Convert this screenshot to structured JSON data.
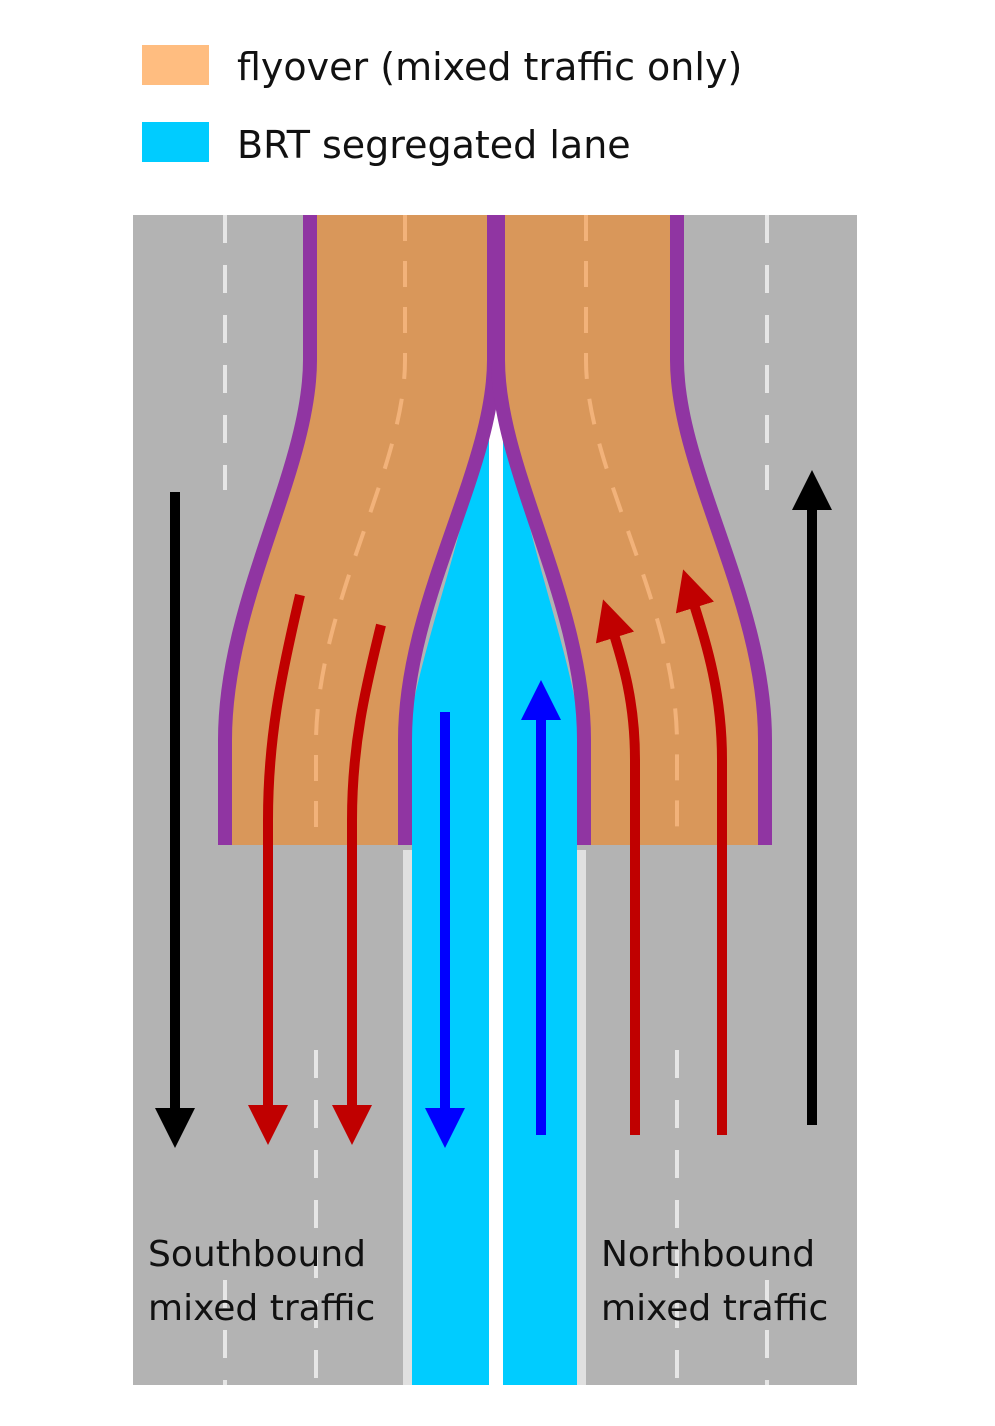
{
  "legend": {
    "flyover": {
      "label": "flyover (mixed traffic only)",
      "color": "#ffbd80"
    },
    "brt": {
      "label": "BRT segregated lane",
      "color": "#00ccff"
    }
  },
  "labels": {
    "southbound": {
      "line1": "Southbound",
      "line2": "mixed traffic"
    },
    "northbound": {
      "line1": "Northbound",
      "line2": "mixed traffic"
    }
  },
  "colors": {
    "road": "#b3b3b3",
    "flyover_deck": "#d9975a",
    "flyover_barrier": "#9035a2",
    "brt_lane": "#00ccff",
    "general_arrow": "#000000",
    "flyover_arrow": "#c00000",
    "brt_arrow": "#0000ff"
  }
}
